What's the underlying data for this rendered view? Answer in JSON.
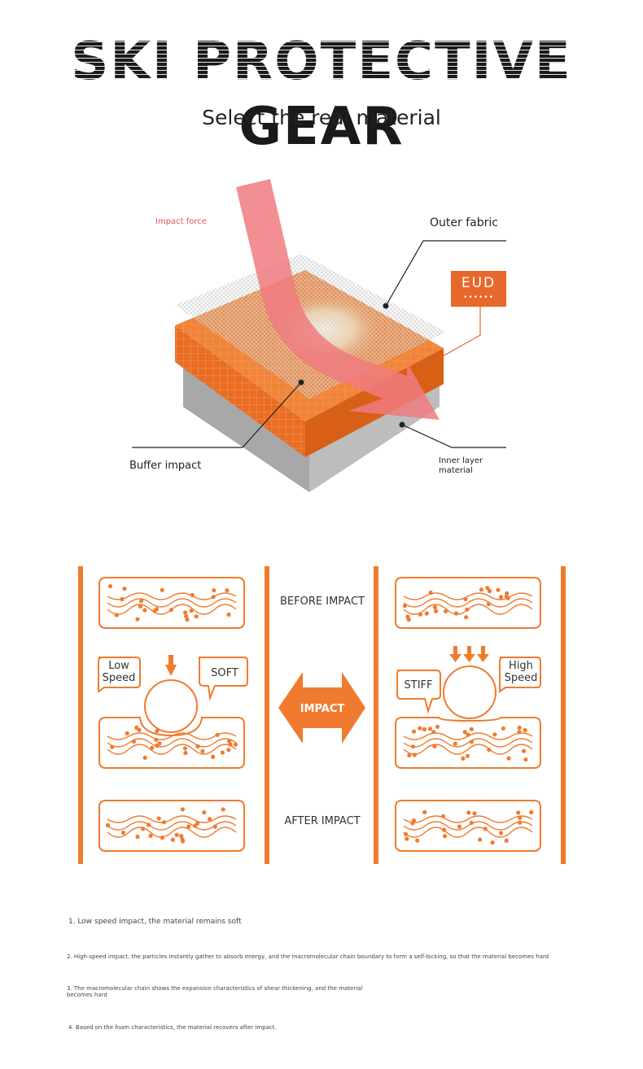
{
  "header": {
    "title": "SKI PROTECTIVE GEAR",
    "subtitle": "Select the real material"
  },
  "diagram": {
    "impact_force": "Impact force",
    "outer_fabric": "Outer fabric",
    "eud_badge": "EUD",
    "eud_dots": "••••••",
    "buffer_impact": "Buffer impact",
    "inner_layer": "Inner layer material"
  },
  "comparison": {
    "before_impact": "BEFORE IMPACT",
    "impact": "IMPACT",
    "after_impact": "AFTER IMPACT",
    "left": {
      "speed_line1": "Low",
      "speed_line2": "Speed",
      "state": "SOFT"
    },
    "right": {
      "speed_line1": "High",
      "speed_line2": "Speed",
      "state": "STIFF"
    }
  },
  "notes": [
    "1. Low speed impact, the material remains soft",
    "2. High-speed impact, the particles instantly gather to absorb energy, and the macromolecular chain boundary to form a self-locking, so that the material becomes hard",
    "3. The macromolecular chain shows the expansion characteristics of shear thickening, and the material becomes hard",
    "4. Based on the foam characteristics, the material recovers after impact."
  ],
  "colors": {
    "accent": "#e7682a",
    "arrow": "#ee7b7f",
    "gray": "#bdbdbd"
  }
}
